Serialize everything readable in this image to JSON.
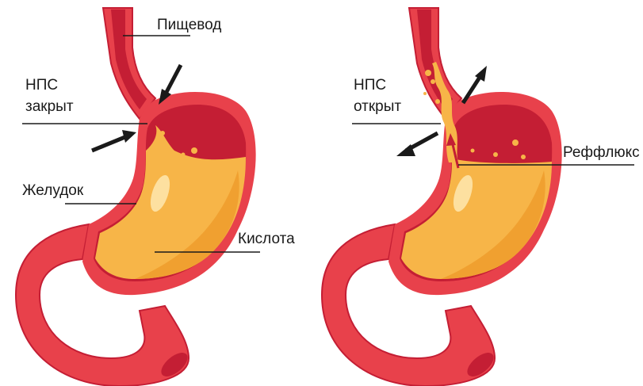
{
  "labels": {
    "esophagus": "Пищевод",
    "les": "НПС",
    "les_closed": "закрыт",
    "les_open": "открыт",
    "stomach": "Желудок",
    "acid": "Кислота",
    "reflux": "Реффлюкс"
  },
  "colors": {
    "tissue_outer": "#e8414b",
    "tissue_inner": "#c41e34",
    "acid": "#f7b548",
    "acid_dark": "#f0a030",
    "highlight": "#fde0a0",
    "arrow": "#1a1a1a",
    "line": "#1a1a1a"
  }
}
